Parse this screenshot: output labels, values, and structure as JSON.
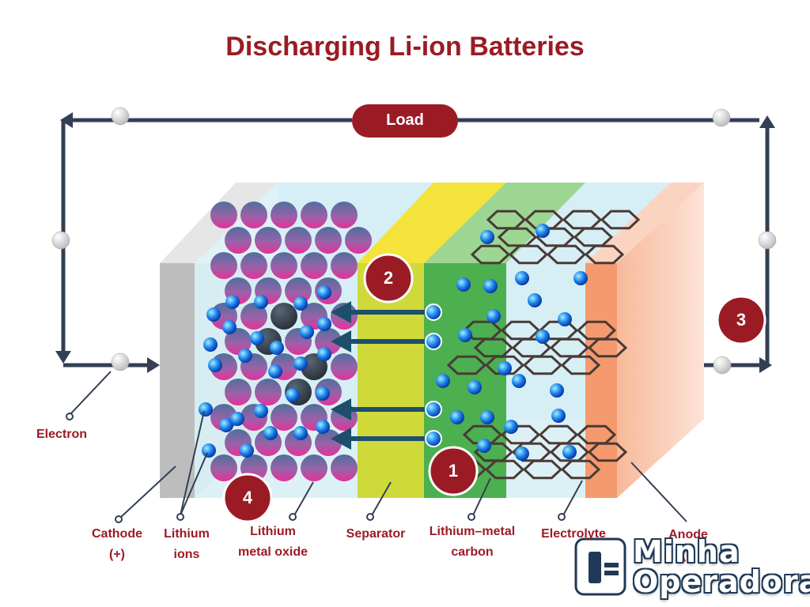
{
  "title": "Discharging Li-ion Batteries",
  "load_label": "Load",
  "steps": [
    "1",
    "2",
    "3",
    "4"
  ],
  "labels": {
    "electron": "Electron",
    "cathode": "Cathode\n(+)",
    "lithium_ions": "Lithium\nions",
    "lithium_metal_oxide": "Lithium\nmetal oxide",
    "separator": "Separator",
    "lithium_metal_carbon": "Lithium–metal\ncarbon",
    "electrolyte": "Electrolyte",
    "anode": "Anode\n(-)"
  },
  "watermark": {
    "line1": "Minha",
    "line2": "Operadora"
  },
  "colors": {
    "accent": "#9b1b24",
    "wire": "#333f55",
    "ion": "#1a7ee8",
    "cathode": "#bdbdbd",
    "separator": "#cfd93a",
    "carbon": "#4caf50",
    "anode": "#f59a6e",
    "electrolyte": "#d6eef5"
  }
}
